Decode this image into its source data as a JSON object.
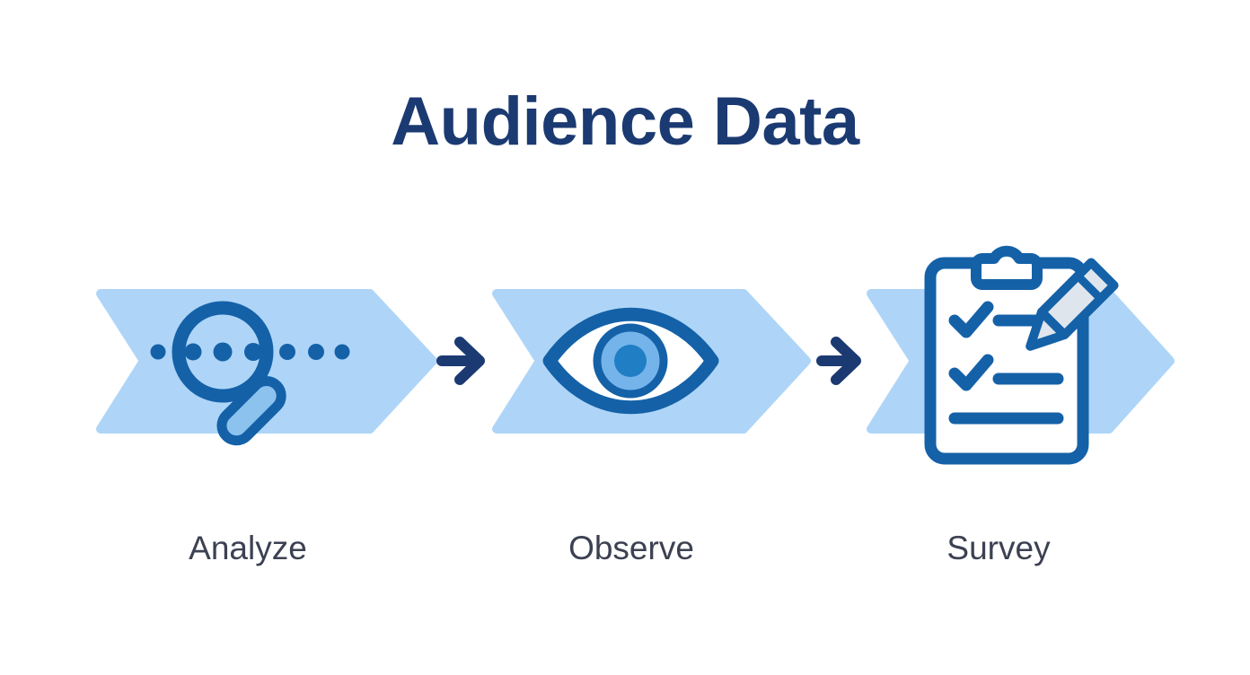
{
  "page": {
    "background_color": "#ffffff",
    "title": "Audience Data",
    "title_color": "#1b3a72",
    "label_color": "#3c4152"
  },
  "colors": {
    "chevron_fill": "#aed5f7",
    "icon_dark_blue": "#1461a8",
    "icon_navy": "#1b3a72",
    "icon_mid_blue": "#55a7e8",
    "icon_light_blue": "#8cc2ee",
    "icon_white": "#ffffff",
    "pencil_body": "#dfe5ec",
    "arrow_color": "#1b3a72"
  },
  "diagram": {
    "type": "process-flow",
    "orientation": "horizontal",
    "step_count": 3,
    "connector": "arrow-right",
    "steps": [
      {
        "index": 1,
        "label": "Analyze",
        "icon": "magnifying-glass-with-dots-icon",
        "icon_description": "magnifying glass over a row of seven dots",
        "dot_count": 7
      },
      {
        "index": 2,
        "label": "Observe",
        "icon": "eye-icon",
        "icon_description": "eye with iris and pupil"
      },
      {
        "index": 3,
        "label": "Survey",
        "icon": "clipboard-checklist-with-pencil-icon",
        "icon_description": "clipboard with two checked items, one blank line, and a pencil",
        "checklist_items": 3,
        "checked_items": 2
      }
    ],
    "arrows": [
      {
        "between": "Analyze → Observe",
        "glyph": "→"
      },
      {
        "between": "Observe → Survey",
        "glyph": "→"
      }
    ]
  }
}
